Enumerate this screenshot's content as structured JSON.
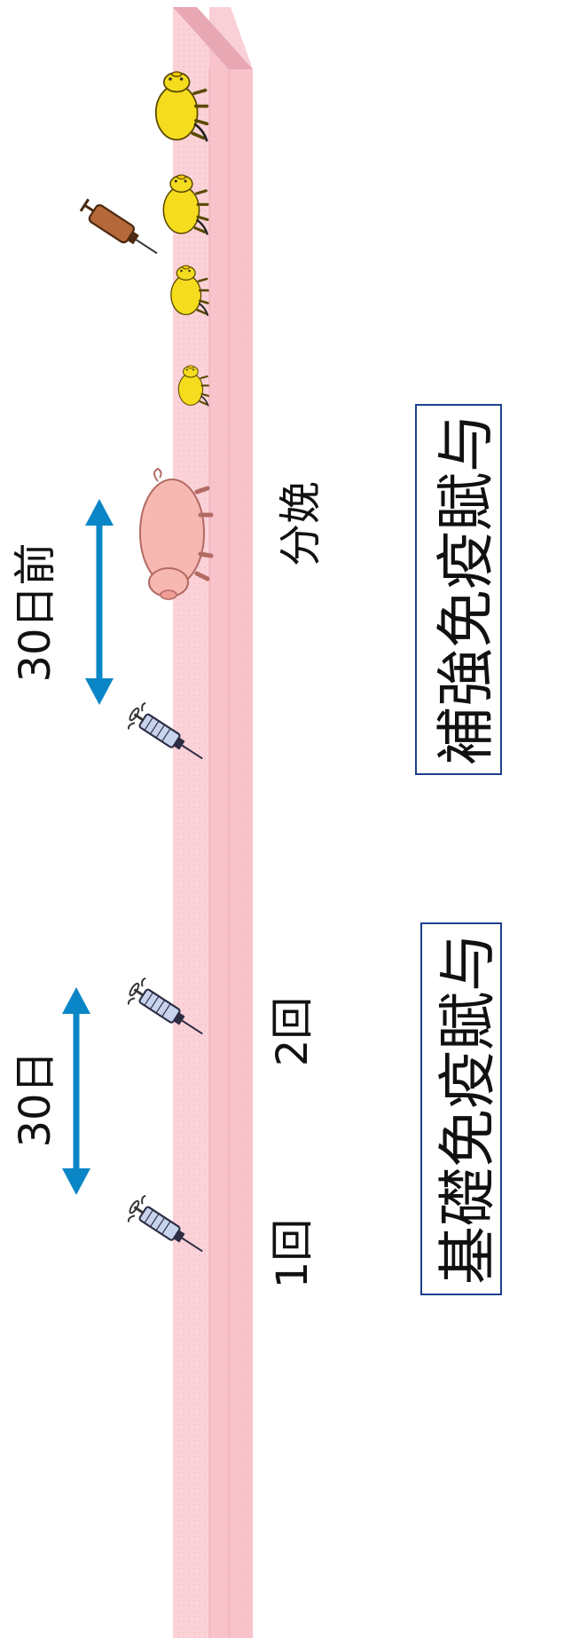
{
  "labels": {
    "first_dose": "1回",
    "second_dose": "2回",
    "interval_30_days": "30日",
    "before_30_days": "30日前",
    "farrowing": "分娩",
    "basic_immunization": "基礎免疫賦与",
    "booster_immunization": "補強免疫賦与"
  },
  "colors": {
    "arrow": "#0a86c7",
    "band": "#fbd2d8",
    "box_border": "#1f3f8f",
    "piglet": "#f5dc1e",
    "sow": "#f7b8b2",
    "syringe_barrel": "#c8d4ee",
    "booster_syringe": "#b5683a"
  },
  "icons": {
    "syringe": "syringe-icon",
    "sow": "sow-icon",
    "piglet": "piglet-icon",
    "booster_syringe": "brown-syringe-icon"
  }
}
